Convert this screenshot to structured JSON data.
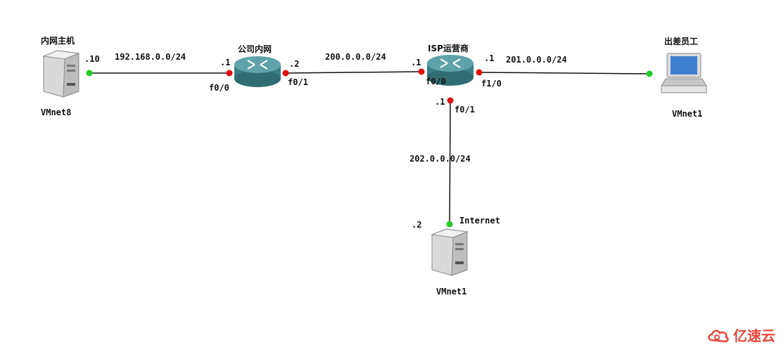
{
  "nodes": {
    "lan_host": {
      "title": "内网主机",
      "caption": "VMnet8",
      "ip": ".10"
    },
    "company_router": {
      "title": "公司内网",
      "left_ip": ".1",
      "left_if": "f0/0",
      "right_ip": ".2",
      "right_if": "f0/1"
    },
    "isp_router": {
      "title": "ISP运营商",
      "left_ip": ".1",
      "left_if": "f0/0",
      "right_ip": ".1",
      "right_if": "f1/0",
      "down_ip": ".1",
      "down_if": "f0/1"
    },
    "travel_staff": {
      "title": "出差员工",
      "caption": "VMnet1"
    },
    "internet_server": {
      "title": "Internet",
      "caption": "VMnet1",
      "ip": ".2"
    }
  },
  "links": {
    "lan": "192.168.0.0/24",
    "wan1": "200.0.0.0/24",
    "wan2": "201.0.0.0/24",
    "wan3": "202.0.0.0/24"
  },
  "watermark": {
    "text": "亿速云"
  },
  "colors": {
    "port_up": "#22cc22",
    "port_down": "#e01010",
    "router": "#3f8f96",
    "line": "#111111"
  }
}
